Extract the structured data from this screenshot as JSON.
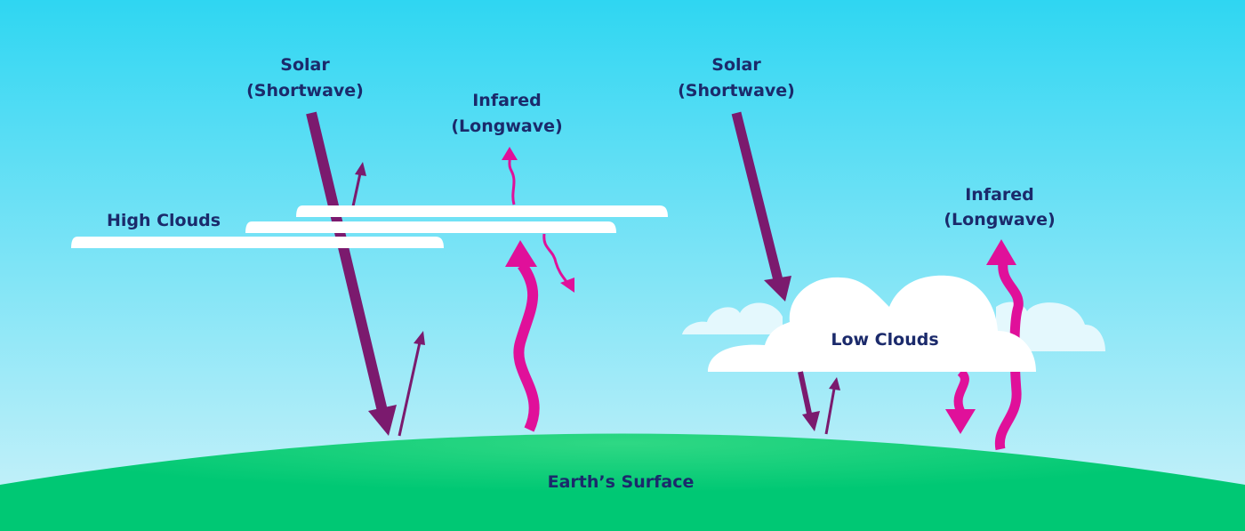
{
  "colors": {
    "sky_top": "#2fd6f2",
    "sky_bottom": "#cdf2fa",
    "ground": "#00c874",
    "text": "#1b2a6b",
    "shortwave": "#7b1a6e",
    "longwave": "#e0109a"
  },
  "labels": {
    "solar_left": {
      "line1": "Solar",
      "line2": "(Shortwave)"
    },
    "infrared_left": {
      "line1": "Infared",
      "line2": "(Longwave)"
    },
    "solar_right": {
      "line1": "Solar",
      "line2": "(Shortwave)"
    },
    "infrared_right": {
      "line1": "Infared",
      "line2": "(Longwave)"
    },
    "high_clouds": "High Clouds",
    "low_clouds": "Low Clouds",
    "surface": "Earth’s Surface"
  }
}
